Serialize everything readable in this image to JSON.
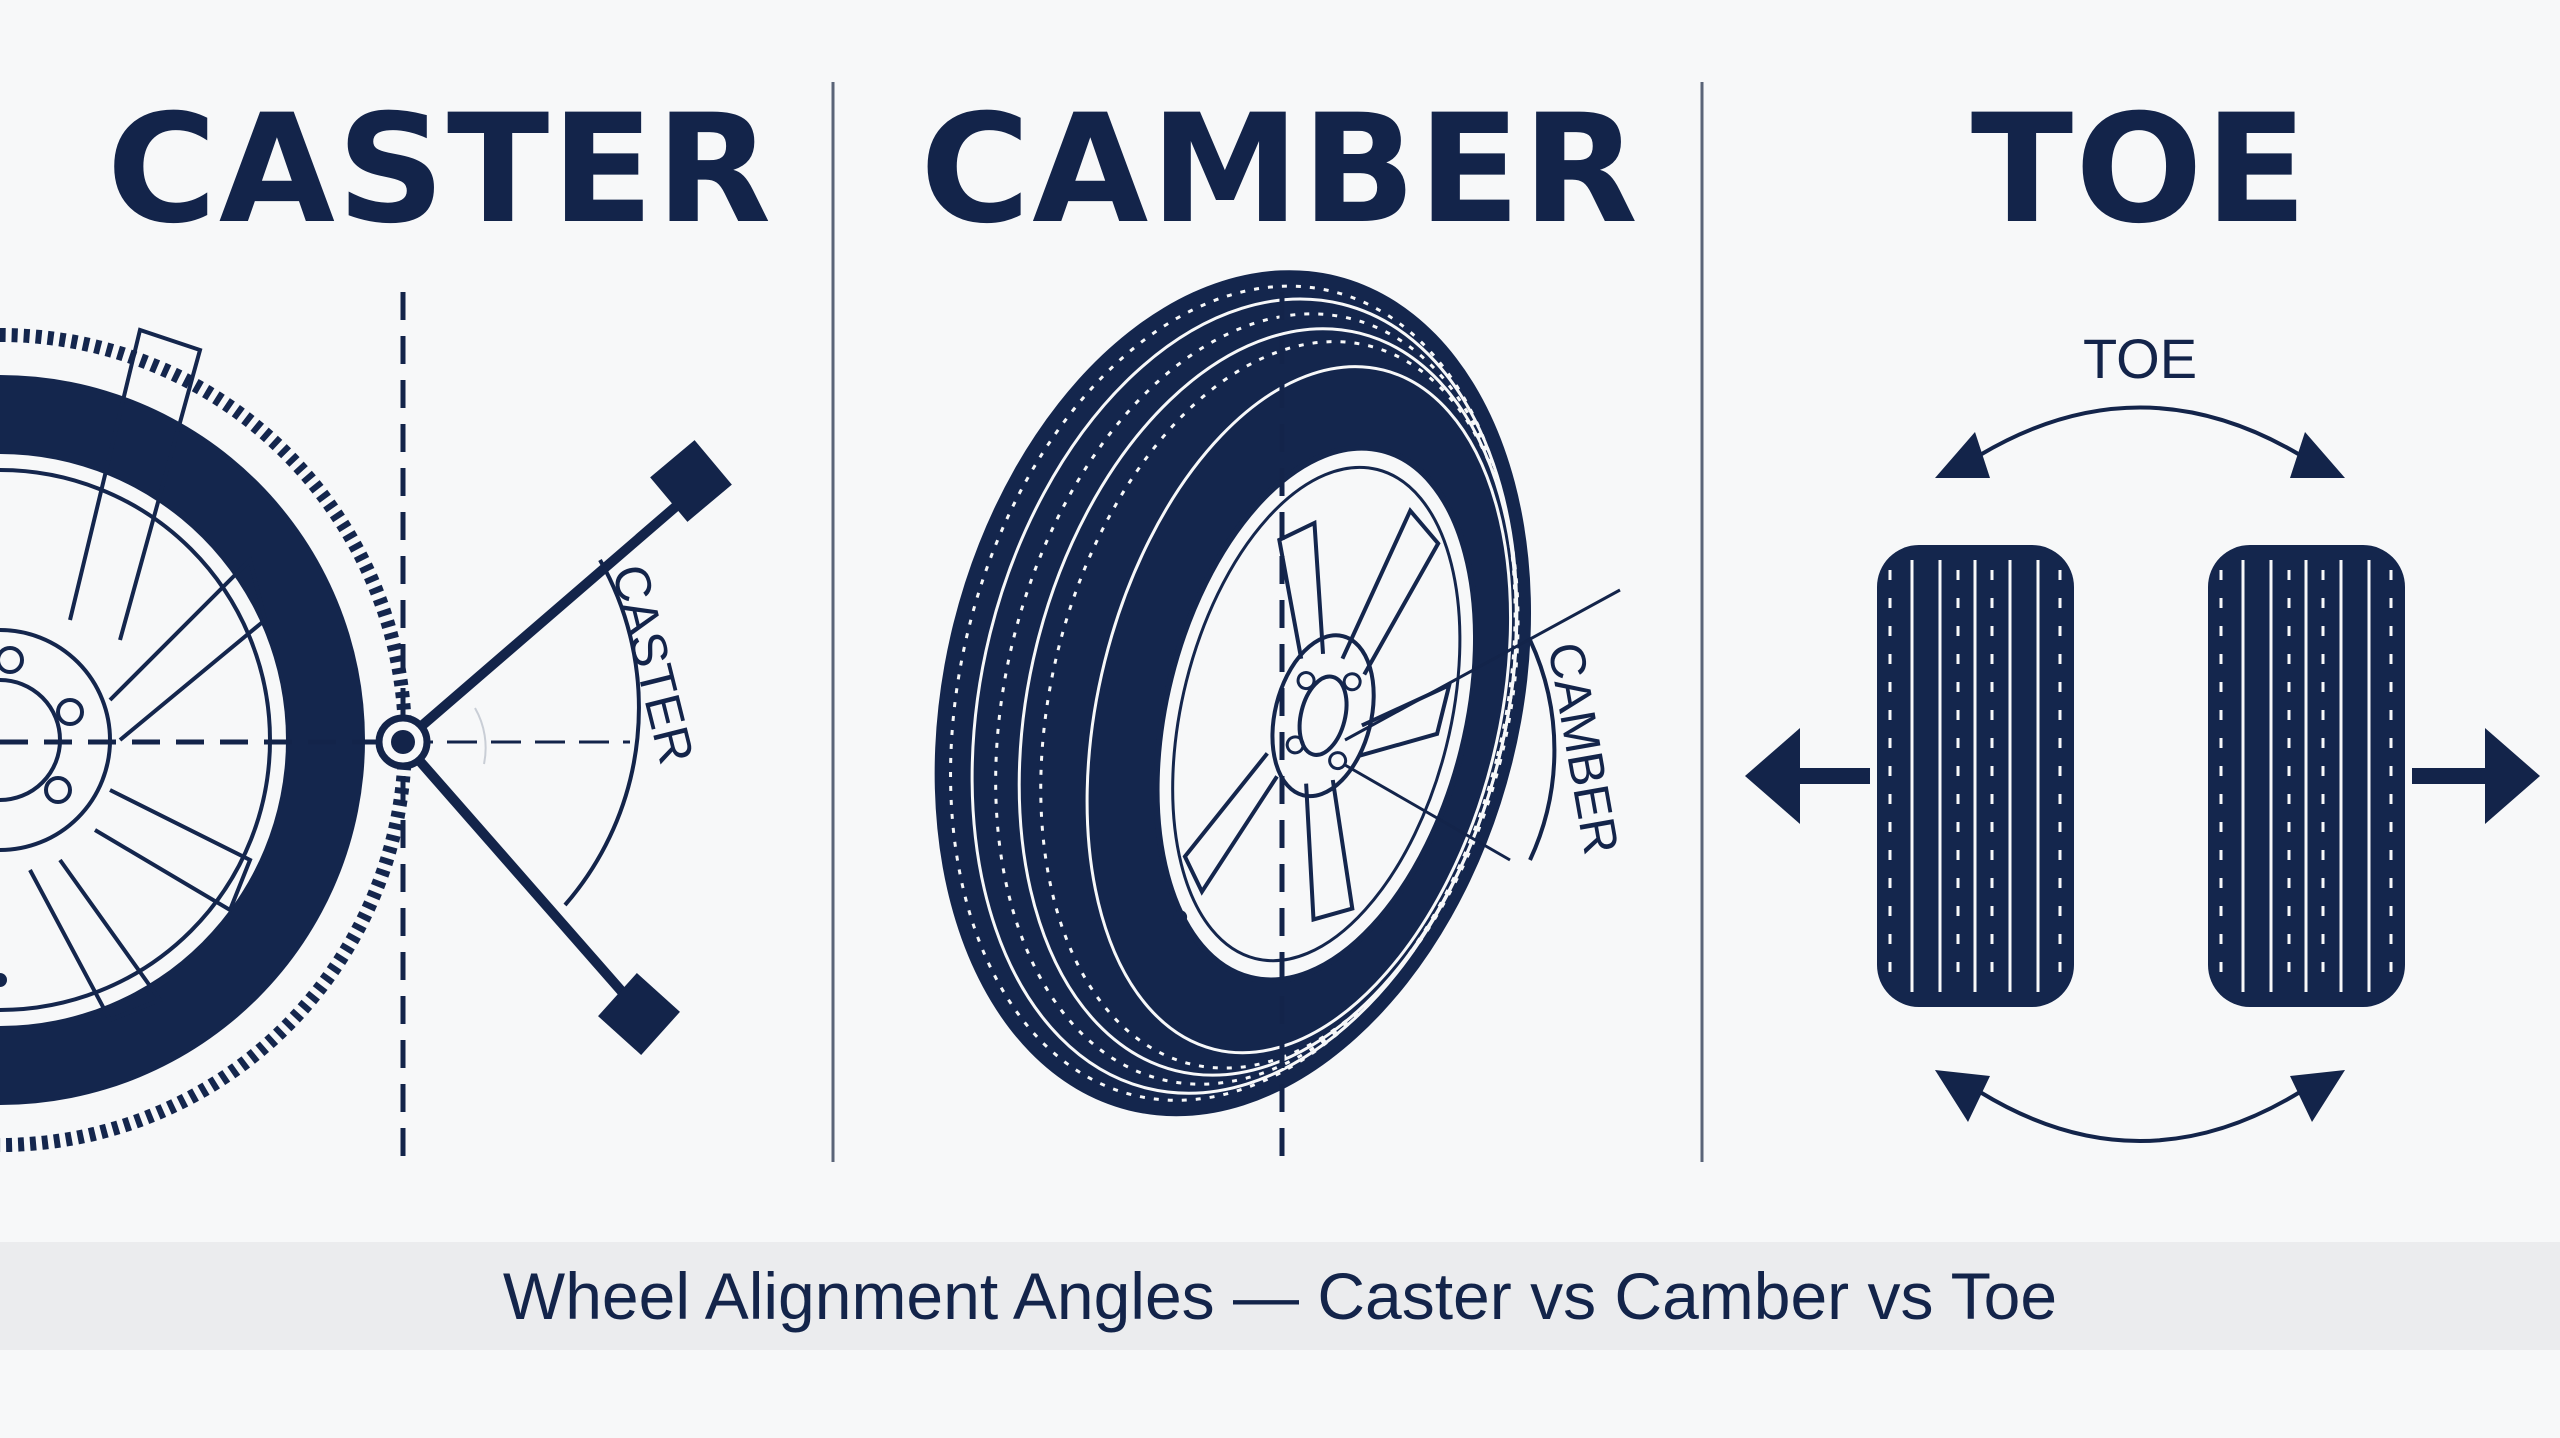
{
  "headings": {
    "caster": "CASTER",
    "camber": "CAMBER",
    "toe": "TOE"
  },
  "labels": {
    "caster_angle": "CASTER",
    "camber_angle": "CAMBER",
    "toe_angle": "TOE"
  },
  "caption": "Wheel Alignment Angles — Caster vs Camber vs Toe",
  "colors": {
    "ink": "#13244a",
    "tire": "#14264d",
    "background": "#f7f8f9",
    "caption_band": "#ebecee"
  }
}
